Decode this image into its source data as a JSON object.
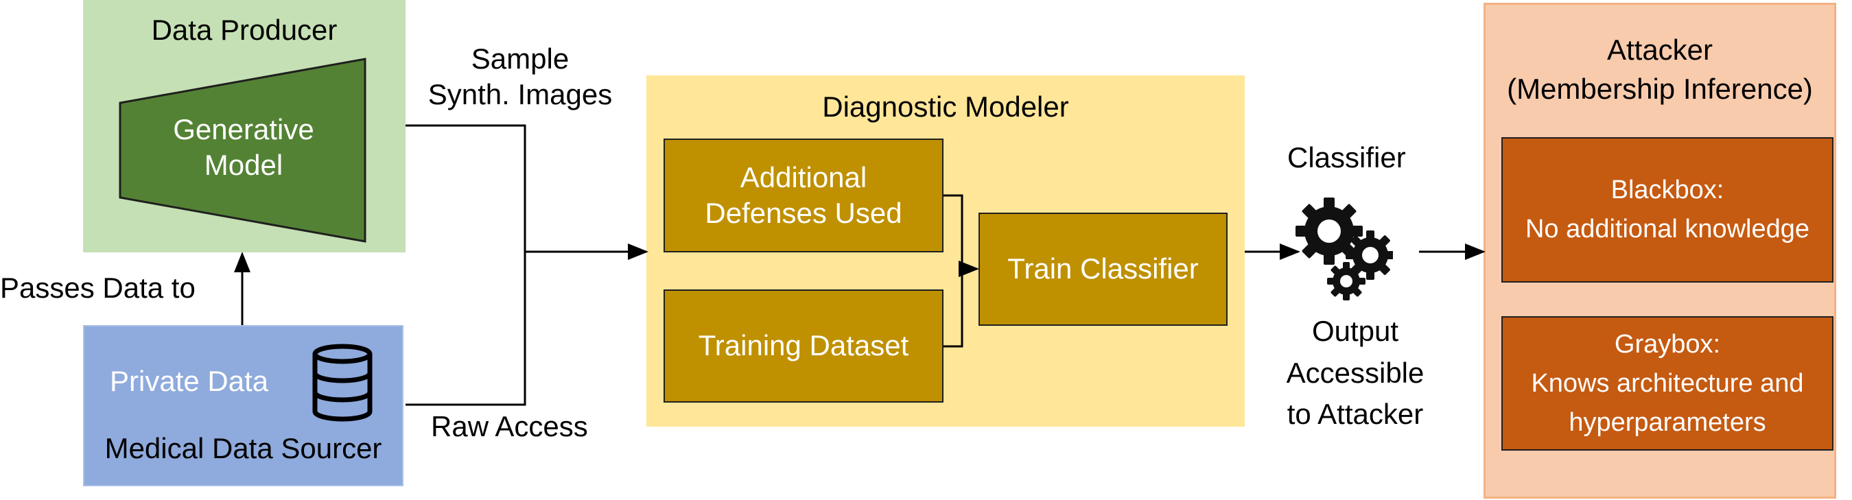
{
  "colors": {
    "producer_bg": "#c5e0b4",
    "generative_model": "#548235",
    "private_bg": "#8faadc",
    "modeler_bg": "#ffe699",
    "modeler_box": "#bf9000",
    "attacker_bg": "#f8cbad",
    "attacker_box": "#c55a11"
  },
  "producer": {
    "title": "Data Producer",
    "model": "Generative\nModel"
  },
  "sourcer": {
    "private": "Private Data",
    "title": "Medical Data Sourcer",
    "icon": "database-icon"
  },
  "edges": {
    "passes": "Passes Data to",
    "sample": "Sample\nSynth. Images",
    "raw": "Raw Access"
  },
  "modeler": {
    "title": "Diagnostic Modeler",
    "defenses": "Additional\nDefenses Used",
    "dataset": "Training Dataset",
    "train": "Train Classifier"
  },
  "classifier": {
    "label": "Classifier",
    "icon": "gears-icon",
    "output": "Output\nAccessible\nto Attacker"
  },
  "attacker": {
    "title": "Attacker\n(Membership Inference)",
    "blackbox": "Blackbox:\nNo additional knowledge",
    "graybox": "Graybox:\nKnows architecture and\nhyperparameters"
  }
}
